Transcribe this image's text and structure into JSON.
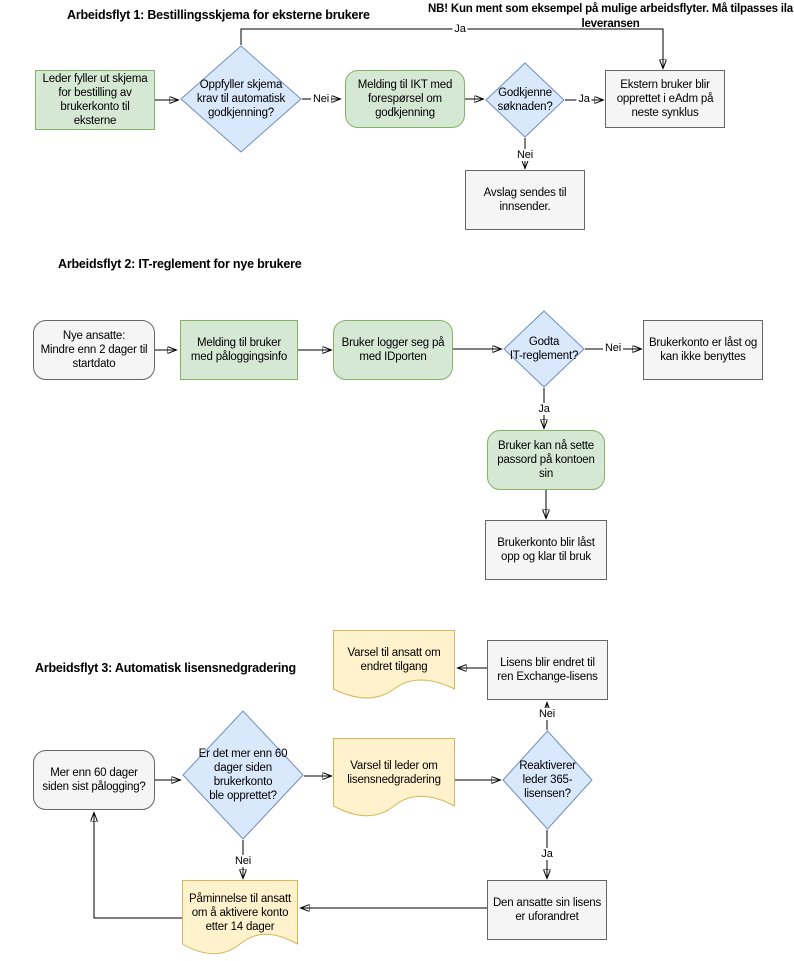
{
  "note": "NB! Kun ment som eksempel på mulige arbeidsflyter. Må tilpasses ila\nleveransen",
  "edge_labels": {
    "ja": "Ja",
    "nei": "Nei"
  },
  "colors": {
    "process_fill": "#d5e8d4",
    "process_border": "#82b366",
    "decision_fill": "#dae8fc",
    "decision_border": "#6c8ebf",
    "state_fill": "#f5f5f5",
    "state_border": "#666666",
    "document_fill": "#fff2cc",
    "document_border": "#d6b656"
  },
  "wf1": {
    "title": "Arbeidsflyt 1: Bestillingsskjema for eksterne brukere",
    "leder_skjema": "Leder fyller ut skjema\nfor bestilling av\nbrukerkonto til\neksterne",
    "oppfyller_krav": "Oppfyller skjema\nkrav til automatisk\ngodkjenning?",
    "melding_ikt": "Melding til IKT med\nforespørsel om\ngodkjenning",
    "godkjenne_soknaden": "Godkjenne\nsøknaden?",
    "ekstern_opprettet": "Ekstern bruker blir\nopprettet i eAdm på\nneste synklus",
    "avslag": "Avslag sendes til\ninnsender."
  },
  "wf2": {
    "title": "Arbeidsflyt 2: IT-reglement for nye brukere",
    "nye_ansatte": "Nye ansatte:\nMindre enn 2 dager til\nstartdato",
    "melding_bruker": "Melding til bruker\nmed påloggingsinfo",
    "bruker_logger_pa": "Bruker logger seg på\nmed IDporten",
    "godta_reglement": "Godta\nIT-reglement?",
    "konto_last": "Brukerkonto er låst og\nkan ikke benyttes",
    "sette_passord": "Bruker kan nå sette\npassord på kontoen\nsin",
    "konto_last_opp": "Brukerkonto blir låst\nopp og klar til bruk"
  },
  "wf3": {
    "title": "Arbeidsflyt 3: Automatisk lisensnedgradering",
    "varsel_ansatt": "Varsel til ansatt om\nendret tilgang",
    "lisens_endret": "Lisens blir endret til\nren Exchange-lisens",
    "seksti_dager_palogging": "Mer enn 60 dager\nsiden sist pålogging?",
    "seksti_dager_opprettet": "Er det mer enn 60\ndager siden\nbrukerkonto\nble opprettet?",
    "varsel_leder": "Varsel til leder om\nlisensnedgradering",
    "reaktiverer_lisens": "Reaktiverer\nleder 365-\nlisensen?",
    "paminnelse": "Påminnelse til ansatt\nom å aktivere konto\netter 14 dager",
    "lisens_uforandret": "Den ansatte sin lisens\ner uforandret"
  }
}
